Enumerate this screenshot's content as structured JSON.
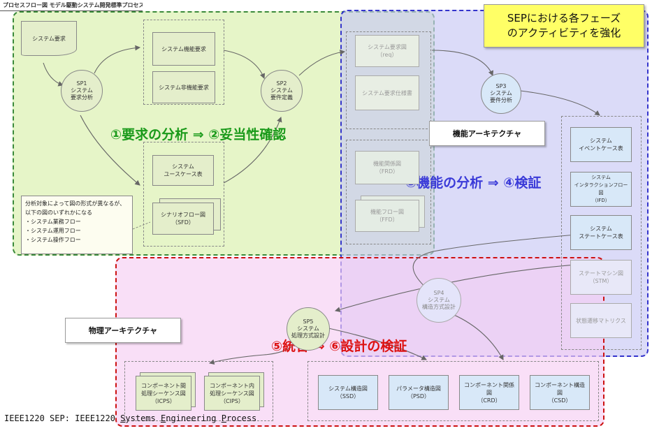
{
  "title": "プロセスフロー図 モデル駆動システム開発標準プロセス",
  "zones": {
    "green_label": "①要求の分析 ⇒ ②妥当性確認",
    "blue_label": "③機能の分析 ⇒ ④検証",
    "red_label": "⑤統合 ⇒ ⑥設計の検証"
  },
  "callouts": {
    "yellow": "SEPにおける各フェーズ\nのアクティビティを強化",
    "functional_arch": "機能アーキテクチャ",
    "physical_arch": "物理アーキテクチャ"
  },
  "note": "分析対象によって図の形式が異なるが、\n以下の図のいずれかになる\n・システム業務フロー\n・システム運用フロー\n・システム操作フロー",
  "processes": {
    "sp1": "SP1\nシステム\n要求分析",
    "sp2": "SP2\nシステム\n要件定義",
    "sp3": "SP3\nシステム\n要件分析",
    "sp4": "SP4\nシステム\n構造方式設計",
    "sp5": "SP5\nシステム\n処理方式設計"
  },
  "documents": {
    "system_requirements": "システム要求",
    "functional_req": "システム機能要求",
    "nonfunctional_req": "システム非機能要求",
    "usecase_table": "システム\nユースケース表",
    "scenario_flow": "シナリオフロー図\n（SFD）",
    "req_diagram": "システム要求図\n（req）",
    "req_spec": "システム要求仕様書",
    "frd": "機能関係図\n（FRD）",
    "ffd": "機能フロー図\n（FFD）",
    "event_case": "システム\nイベントケース表",
    "ifd": "システム\nインタラクションフロー図\n（IFD）",
    "state_case": "システム\nステートケース表",
    "stm": "ステートマシン図\n（STM）",
    "state_matrix": "状態遷移マトリクス",
    "icps": "コンポーネント間\n処理シーケンス図\n（ICPS）",
    "cips": "コンポーネント内\n処理シーケンス図\n（CIPS）",
    "ssd": "システム構造図\n（SSD）",
    "psd": "パラメータ構造図\n（PSD）",
    "crd": "コンポーネント関係図\n（CRD）",
    "csd": "コンポーネント構造図\n（CSD）"
  },
  "footer": {
    "prefix": "IEEE1220 SEP: IEEE1220 ",
    "s1": "S",
    "w1": "ystems ",
    "s2": "E",
    "w2": "ngineering ",
    "s3": "P",
    "w3": "rocess"
  },
  "colors": {
    "green_zone": "#e6f5c8",
    "green_border": "#3a8a3a",
    "blue_zone": "#dcdcf8",
    "blue_border": "#3333cc",
    "pink_zone": "#f8d8f4",
    "red_border": "#cc1111",
    "doc_green": "#e4eecb",
    "doc_blue": "#d8e8f8",
    "green_text": "#1a9a1a",
    "blue_text": "#3a3ad8",
    "red_text": "#dd1111"
  }
}
